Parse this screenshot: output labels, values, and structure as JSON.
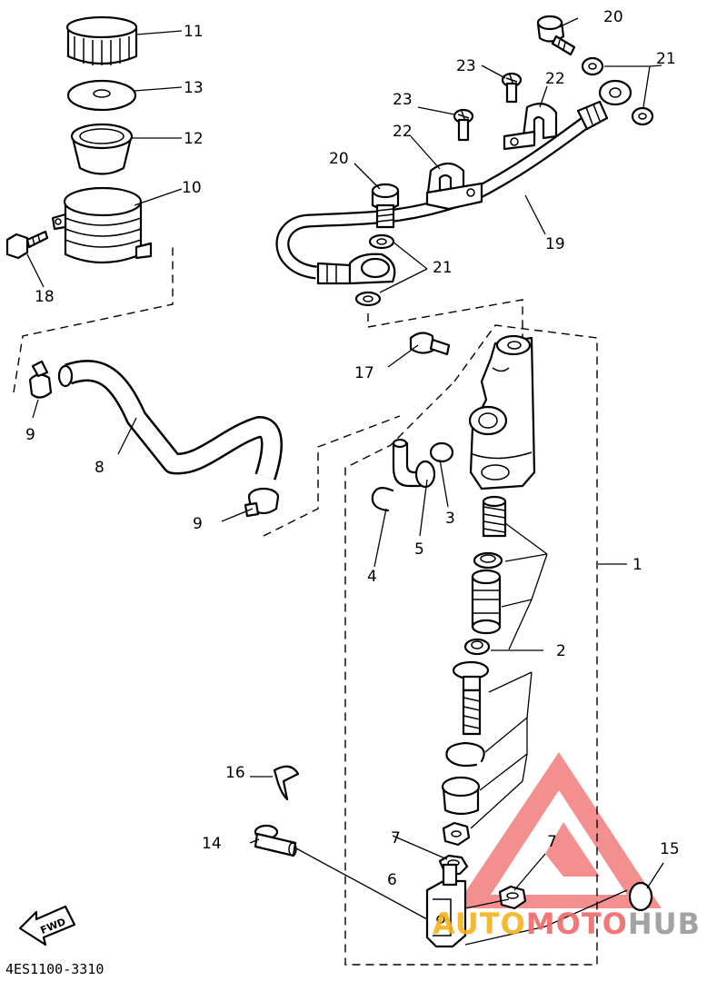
{
  "diagram": {
    "figure_code": "4ES1100-3310",
    "fwd_label": "FWD",
    "callouts": {
      "c1": "1",
      "c2": "2",
      "c3": "3",
      "c4": "4",
      "c5": "5",
      "c6": "6",
      "c7a": "7",
      "c7b": "7",
      "c8": "8",
      "c9a": "9",
      "c9b": "9",
      "c10": "10",
      "c11": "11",
      "c12": "12",
      "c13": "13",
      "c14": "14",
      "c15": "15",
      "c16": "16",
      "c17": "17",
      "c18": "18",
      "c19": "19",
      "c20a": "20",
      "c20b": "20",
      "c21a": "21",
      "c21b": "21",
      "c22a": "22",
      "c22b": "22",
      "c23a": "23",
      "c23b": "23"
    }
  },
  "watermark": {
    "brand_part1": "AUTO",
    "brand_part2": "MOTO",
    "brand_part3": "HUB",
    "colors": {
      "red": "#f06a6a",
      "orange": "#f6b21a",
      "gray": "#9a9a9a"
    }
  }
}
